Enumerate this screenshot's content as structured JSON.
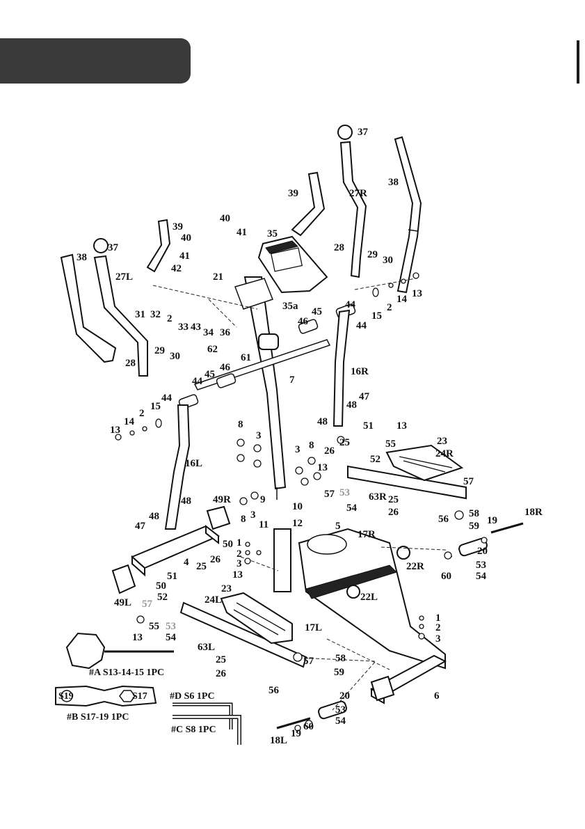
{
  "colors": {
    "tab": "#3a3a3a",
    "line": "#111111",
    "grey_label": "#999999",
    "background": "#ffffff"
  },
  "labels": {
    "p37_r": "37",
    "p37_l": "37",
    "p38_r": "38",
    "p38_l": "38",
    "p39_r": "39",
    "p39_l": "39",
    "p27R": "27R",
    "p27L": "27L",
    "p40_a": "40",
    "p40_b": "40",
    "p41_a": "41",
    "p41_b": "41",
    "p42": "42",
    "p21": "21",
    "p35": "35",
    "p35a": "35a",
    "p28_r": "28",
    "p28_l": "28",
    "p29_r": "29",
    "p29_l": "29",
    "p30_r": "30",
    "p30_l": "30",
    "p13_a": "13",
    "p14_a": "14",
    "p2_a": "2",
    "p15_a": "15",
    "p44_a": "44",
    "p44_b": "44",
    "p45_a": "45",
    "p46_a": "46",
    "p31": "31",
    "p32": "32",
    "p2_b": "2",
    "p33": "33",
    "p43": "43",
    "p34": "34",
    "p36": "36",
    "p62": "62",
    "p61": "61",
    "p7": "7",
    "p16R": "16R",
    "p16L": "16L",
    "p46_b": "46",
    "p45_b": "45",
    "p44_c": "44",
    "p44_d": "44",
    "p15_b": "15",
    "p2_c": "2",
    "p14_b": "14",
    "p13_b": "13",
    "p48_a": "48",
    "p47_a": "47",
    "p48_b": "48",
    "p51_a": "51",
    "p13_c": "13",
    "p55_a": "55",
    "p25_a": "25",
    "p26_a": "26",
    "p23_a": "23",
    "p24R": "24R",
    "p13_d": "13",
    "p52_a": "52",
    "p57_a": "57",
    "p57_b": "57",
    "p53_a": "53",
    "p63R": "63R",
    "p54_a": "54",
    "p25_b": "25",
    "p26_b": "26",
    "p56_a": "56",
    "p58_a": "58",
    "p59_a": "59",
    "p19_a": "19",
    "p18R": "18R",
    "p20_a": "20",
    "p60_a": "60",
    "p53_b": "53",
    "p54_b": "54",
    "p8_a": "8",
    "p3_a": "3",
    "p3_b": "3",
    "p8_b": "8",
    "p9": "9",
    "p10": "10",
    "p8_c": "8",
    "p3_c": "3",
    "p49R": "49R",
    "p48_c": "48",
    "p47_b": "47",
    "p48_d": "48",
    "p50_a": "50",
    "p4": "4",
    "p11": "11",
    "p12": "12",
    "p1_a": "1",
    "p2_d": "2",
    "p3_d": "3",
    "p5": "5",
    "p17R": "17R",
    "p22R": "22R",
    "p25_c": "25",
    "p26_c": "26",
    "p13_e": "13",
    "p51_b": "51",
    "p50_b": "50",
    "p49L": "49L",
    "p52_b": "52",
    "p57_c": "57",
    "p53_c": "53",
    "p55_b": "55",
    "p13_f": "13",
    "p54_c": "54",
    "p23_b": "23",
    "p24L": "24L",
    "p22L": "22L",
    "p17L": "17L",
    "p63L": "63L",
    "p1_b": "1",
    "p2_e": "2",
    "p3_e": "3",
    "p6": "6",
    "p25_d": "25",
    "p26_d": "26",
    "p57_d": "57",
    "p56_b": "56",
    "p58_b": "58",
    "p59_b": "59",
    "p20_b": "20",
    "p53_d": "53",
    "p54_d": "54",
    "p60_b": "60",
    "p19_b": "19",
    "p18L": "18L"
  },
  "tools": {
    "A": "#A  S13-14-15  1PC",
    "B": "#B  S17-19  1PC",
    "B_s19": "S19",
    "B_s17": "S17",
    "C": "#C  S8  1PC",
    "D": "#D  S6  1PC"
  }
}
